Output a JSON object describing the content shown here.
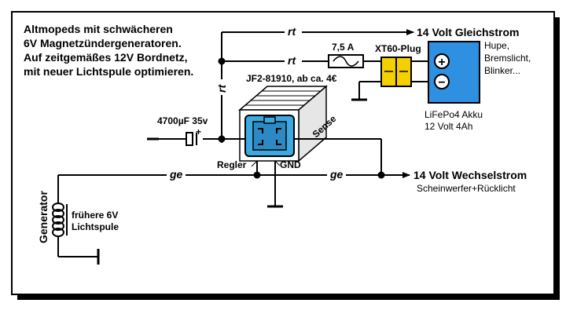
{
  "intro": {
    "line1": "Altmopeds mit schwächeren",
    "line2": "6V Magnetzündergeneratoren.",
    "line3": "Auf zeitgemäßes 12V Bordnetz,",
    "line4": "mit neuer Lichtspule optimieren."
  },
  "outputs": {
    "dc_title": "14 Volt Gleichstrom",
    "dc_loads": [
      "Hupe,",
      "Bremslicht,",
      "Blinker..."
    ],
    "ac_title": "14 Volt Wechselstrom",
    "ac_loads": "Scheinwerfer+Rücklicht"
  },
  "wire_labels": {
    "rt_top": "rt",
    "rt_mid": "rt",
    "rt_vertical": "rt",
    "ge_left": "ge",
    "ge_right": "ge"
  },
  "fuse": {
    "label": "7,5 A"
  },
  "plug": {
    "label": "XT60-Plug"
  },
  "battery": {
    "label_line1": "LiFePo4 Akku",
    "label_line2": "12 Volt 4Ah",
    "plus_symbol": "+",
    "minus_symbol": "−"
  },
  "regulator": {
    "title": "JF2-81910, ab ca. 4€",
    "sense_label": "Sense",
    "regler_label": "Regler",
    "gnd_label": "GND",
    "body_color": "#3ea8e0"
  },
  "capacitor": {
    "label": "4700µF 35v",
    "plus_symbol": "+"
  },
  "generator": {
    "label": "Generator",
    "coil_line1": "frühere 6V",
    "coil_line2": "Lichtspule"
  },
  "colors": {
    "battery_body": "#2f8fe0",
    "plug_body": "#f5d000",
    "regulator_blue": "#3ea8e0"
  }
}
